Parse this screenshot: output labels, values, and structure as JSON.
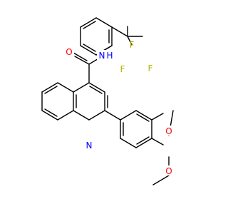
{
  "colors": {
    "bond": "#000000",
    "oxygen": "#ff0000",
    "nitrogen": "#0000ff",
    "fluorine": "#b3b300",
    "background": "#ffffff"
  },
  "atoms": {
    "O_carbonyl": "O",
    "N_amide": "N",
    "H_amide": "H",
    "N_ring": "N",
    "F1": "F",
    "F2": "F",
    "F3": "F",
    "O_methoxy1": "O",
    "O_methoxy2": "O"
  }
}
